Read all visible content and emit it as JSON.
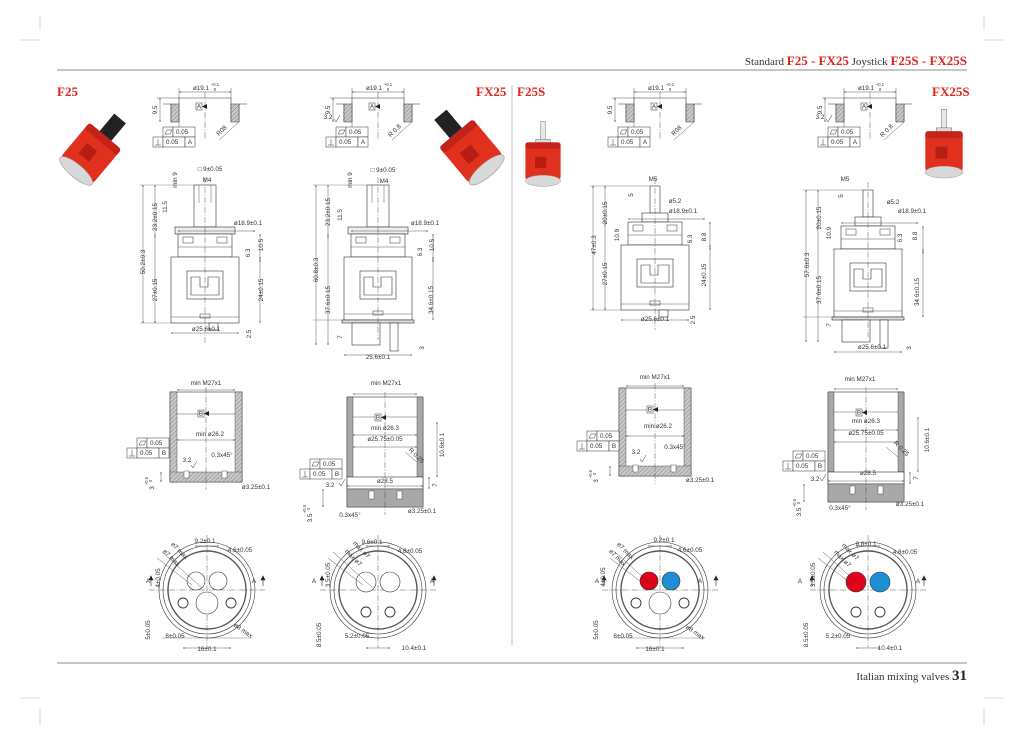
{
  "header": {
    "prefix": "Standard",
    "series1": "F25 - FX25",
    "mid": "Joystick",
    "series2": "F25S - FX25S"
  },
  "footer": {
    "text": "Italian mixing valves",
    "page": "31"
  },
  "colors": {
    "accent": "#e2231a",
    "hot": "#e3001b",
    "cold": "#1e8fd5",
    "cartridge": "#e0301e"
  },
  "panels": [
    {
      "code": "F25",
      "seat": {
        "diameter": "ø19.1",
        "tol_upper": "+0.1",
        "tol_lower": "0",
        "height": "9.5",
        "datum": "A",
        "flatness": "0.05",
        "perpendicularity": "0.05",
        "ref": "A",
        "radius": "R08",
        "roughness": ""
      },
      "body": [
        "□ 9±0.05",
        "M4",
        "min 9",
        "11.5",
        "23.2±0.15",
        "50.2±0.3",
        "27±0.15",
        "ø18.9±0.1",
        "10.5",
        "6.3",
        "24±0.15",
        "ø25.6±0.1",
        "2.5"
      ],
      "housing": {
        "datum": "B",
        "flatness": "0.05",
        "perpendicularity": "0.05",
        "ref": "B",
        "labels": [
          "min M27x1",
          "min ø26.2",
          "3.2",
          "0.3x45°",
          "3",
          "+0.5",
          "0",
          "ø3.25±0.1"
        ]
      },
      "plan": [
        "9.2±0.1",
        "4.6±0.05",
        "ø7 max",
        "ø7 max",
        "4±0.05",
        "A",
        "A",
        "5±0.05",
        "8±0.05",
        "16±0.1",
        "ø8 max"
      ]
    },
    {
      "code": "FX25",
      "seat": {
        "diameter": "ø19.1",
        "tol_upper": "+0.1",
        "tol_lower": "0",
        "height": "9.5",
        "datum": "A",
        "flatness": "0.05",
        "perpendicularity": "0.05",
        "ref": "A",
        "radius": "R 0.8",
        "roughness": "3.2"
      },
      "body": [
        "□ 9±0.05",
        "M4",
        "min 9",
        "11.5",
        "23.2±0.15",
        "60.8±0.3",
        "37.6±0.15",
        "ø18.9±0.1",
        "10.5",
        "6.3",
        "34.6±0.15",
        "7",
        "3",
        "25.6±0.1"
      ],
      "housing": {
        "datum": "B",
        "flatness": "0.05",
        "perpendicularity": "0.05",
        "ref": "B",
        "labels": [
          "min M27x1",
          "min ø26.3",
          "ø25.75±0.05",
          "R 0.25",
          "10.6±0.1",
          "3.2",
          "ø28.5",
          "7",
          "3.5",
          "+0.5",
          "0",
          "0.3x45°",
          "ø3.25±0.1"
        ]
      },
      "plan": [
        "9.6±0.1",
        "4.8±0.05",
        "max ø7",
        "max ø7",
        "3.5±0.05",
        "A",
        "A",
        "8.5±0.05",
        "5.2±0.05",
        "10.4±0.1"
      ]
    },
    {
      "code": "F25S",
      "seat": {
        "diameter": "ø19.1",
        "tol_upper": "+0.1",
        "tol_lower": "0",
        "height": "9.5",
        "datum": "A",
        "flatness": "0.05",
        "perpendicularity": "0.05",
        "ref": "A",
        "radius": "R08",
        "roughness": ""
      },
      "body": [
        "M5",
        "5",
        "ø5.2",
        "ø18.9±0.1",
        "20±0.15",
        "47±0.3",
        "10.9",
        "6.3",
        "8.8",
        "27±0.15",
        "24±0.15",
        "ø25.6±0.1",
        "2.5"
      ],
      "housing": {
        "datum": "B",
        "flatness": "0.05",
        "perpendicularity": "0.05",
        "ref": "B",
        "labels": [
          "min M27x1",
          "min ø26.2",
          "3.2",
          "0.3x45°",
          "3",
          "+0.5",
          "0",
          "ø3.25±0.1"
        ]
      },
      "plan": [
        "9.2±0.1",
        "4.6±0.05",
        "ø7 max",
        "ø7 max",
        "4±0.05",
        "A",
        "A",
        "5±0.05",
        "8±0.05",
        "16±0.1",
        "ø8 max"
      ]
    },
    {
      "code": "FX25S",
      "seat": {
        "diameter": "ø19.1",
        "tol_upper": "+0.1",
        "tol_lower": "0",
        "height": "9.5",
        "datum": "A",
        "flatness": "0.05",
        "perpendicularity": "0.05",
        "ref": "A",
        "radius": "R 0.8",
        "roughness": "3.2"
      },
      "body": [
        "M5",
        "5",
        "ø5.2",
        "ø18.9±0.1",
        "20±0.15",
        "57.6±0.3",
        "10.9",
        "6.3",
        "8.8",
        "37.6±0.15",
        "34.6±0.15",
        "7",
        "ø25.6±0.1",
        "3"
      ],
      "housing": {
        "datum": "B",
        "flatness": "0.05",
        "perpendicularity": "0.05",
        "ref": "B",
        "labels": [
          "min M27x1",
          "min ø26.3",
          "ø25.75±0.05",
          "R 0.25",
          "10.6±0.1",
          "3.2",
          "ø28.5",
          "7",
          "3.5",
          "+0.5",
          "0",
          "0.3x45°",
          "ø3.25±0.1"
        ]
      },
      "plan": [
        "9.8±0.1",
        "4.8±0.05",
        "max ø7",
        "max ø7",
        "3.5±0.05",
        "A",
        "A",
        "8.5±0.05",
        "5.2±0.05",
        "10.4±0.1"
      ]
    }
  ]
}
